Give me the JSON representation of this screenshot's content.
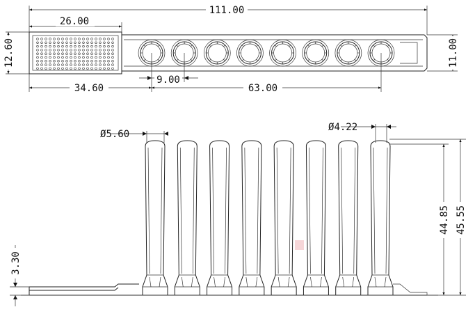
{
  "top_view": {
    "dims": {
      "overall_length": "111.00",
      "label_length": "26.00",
      "label_height": "12.60",
      "strip_height": "11.00",
      "first_tube_offset": "34.60",
      "tube_pitch": "9.00",
      "tube_span": "63.00"
    },
    "tube_count": 8
  },
  "side_view": {
    "dims": {
      "top_diameter": "5.60",
      "bottom_diameter": "4.22",
      "tube_body_height": "44.85",
      "total_height": "45.55",
      "base_height": "3.30"
    },
    "symbols": {
      "diameter": "Ø"
    },
    "tube_count": 8
  }
}
